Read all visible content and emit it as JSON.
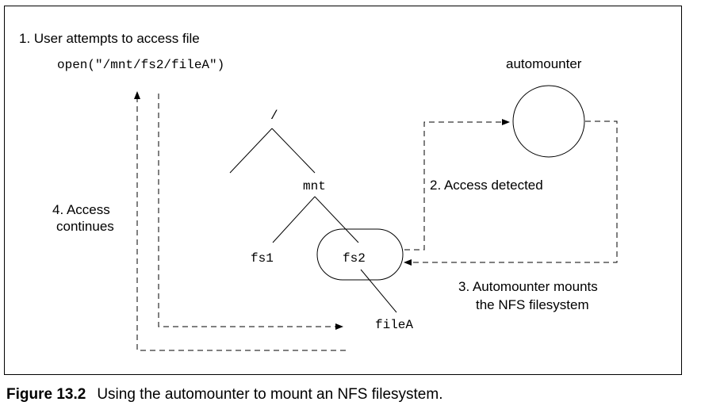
{
  "figure": {
    "step1_line1": "1. User attempts to access file",
    "step1_code": "open(\"/mnt/fs2/fileA\")",
    "automounter_label": "automounter",
    "root_label": "/",
    "mnt_label": "mnt",
    "fs1_label": "fs1",
    "fs2_label": "fs2",
    "fileA_label": "fileA",
    "step2": "2. Access detected",
    "step3_line1": "3. Automounter mounts",
    "step3_line2": "the NFS filesystem",
    "step4_line1": "4. Access",
    "step4_line2": "continues"
  },
  "caption": {
    "label": "Figure 13.2",
    "text": "Using the automounter to mount an NFS filesystem."
  }
}
